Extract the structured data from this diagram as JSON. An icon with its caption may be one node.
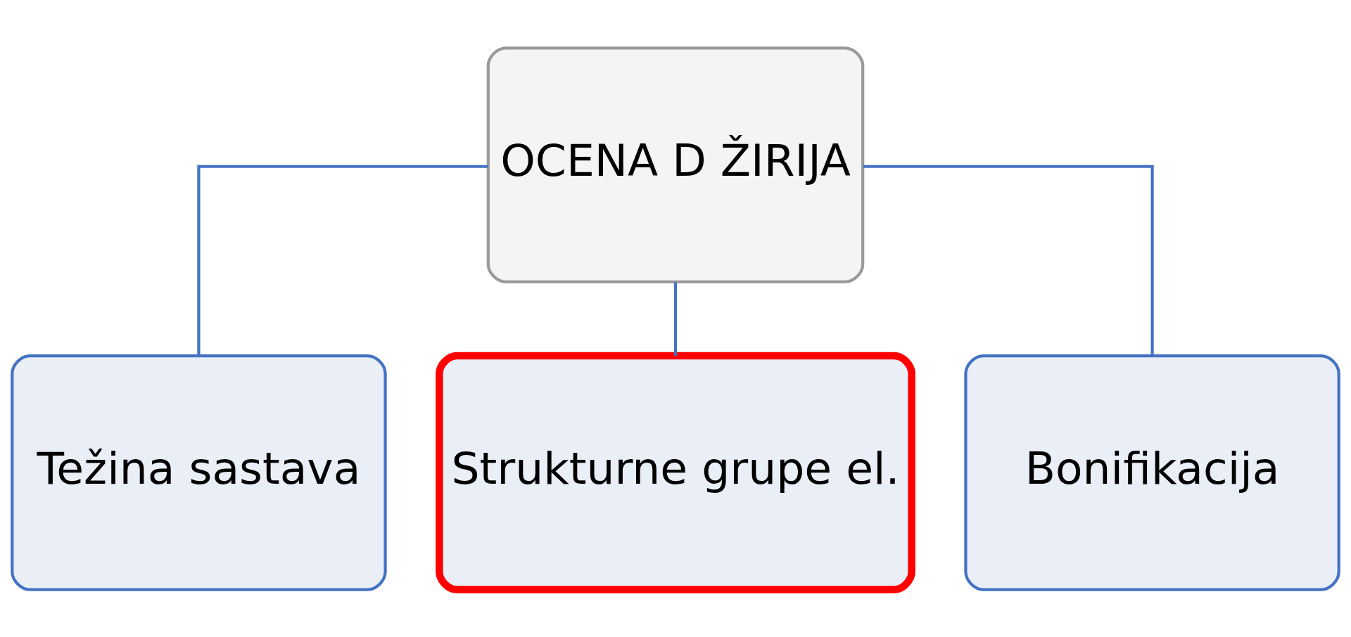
{
  "diagram": {
    "nodes": [
      {
        "text": [
          "OCENA D ŽIRIJA"
        ]
      },
      {
        "text": [
          "Težina sastava"
        ]
      },
      {
        "text": [
          "Strukturne grupe el."
        ]
      },
      {
        "text": [
          "Bonifikacija"
        ]
      }
    ],
    "edges": [
      {
        "from": 0,
        "to": 1,
        "arrow": "none"
      },
      {
        "from": 0,
        "to": 2,
        "arrow": "none"
      },
      {
        "from": 0,
        "to": 3,
        "arrow": "none"
      }
    ]
  }
}
